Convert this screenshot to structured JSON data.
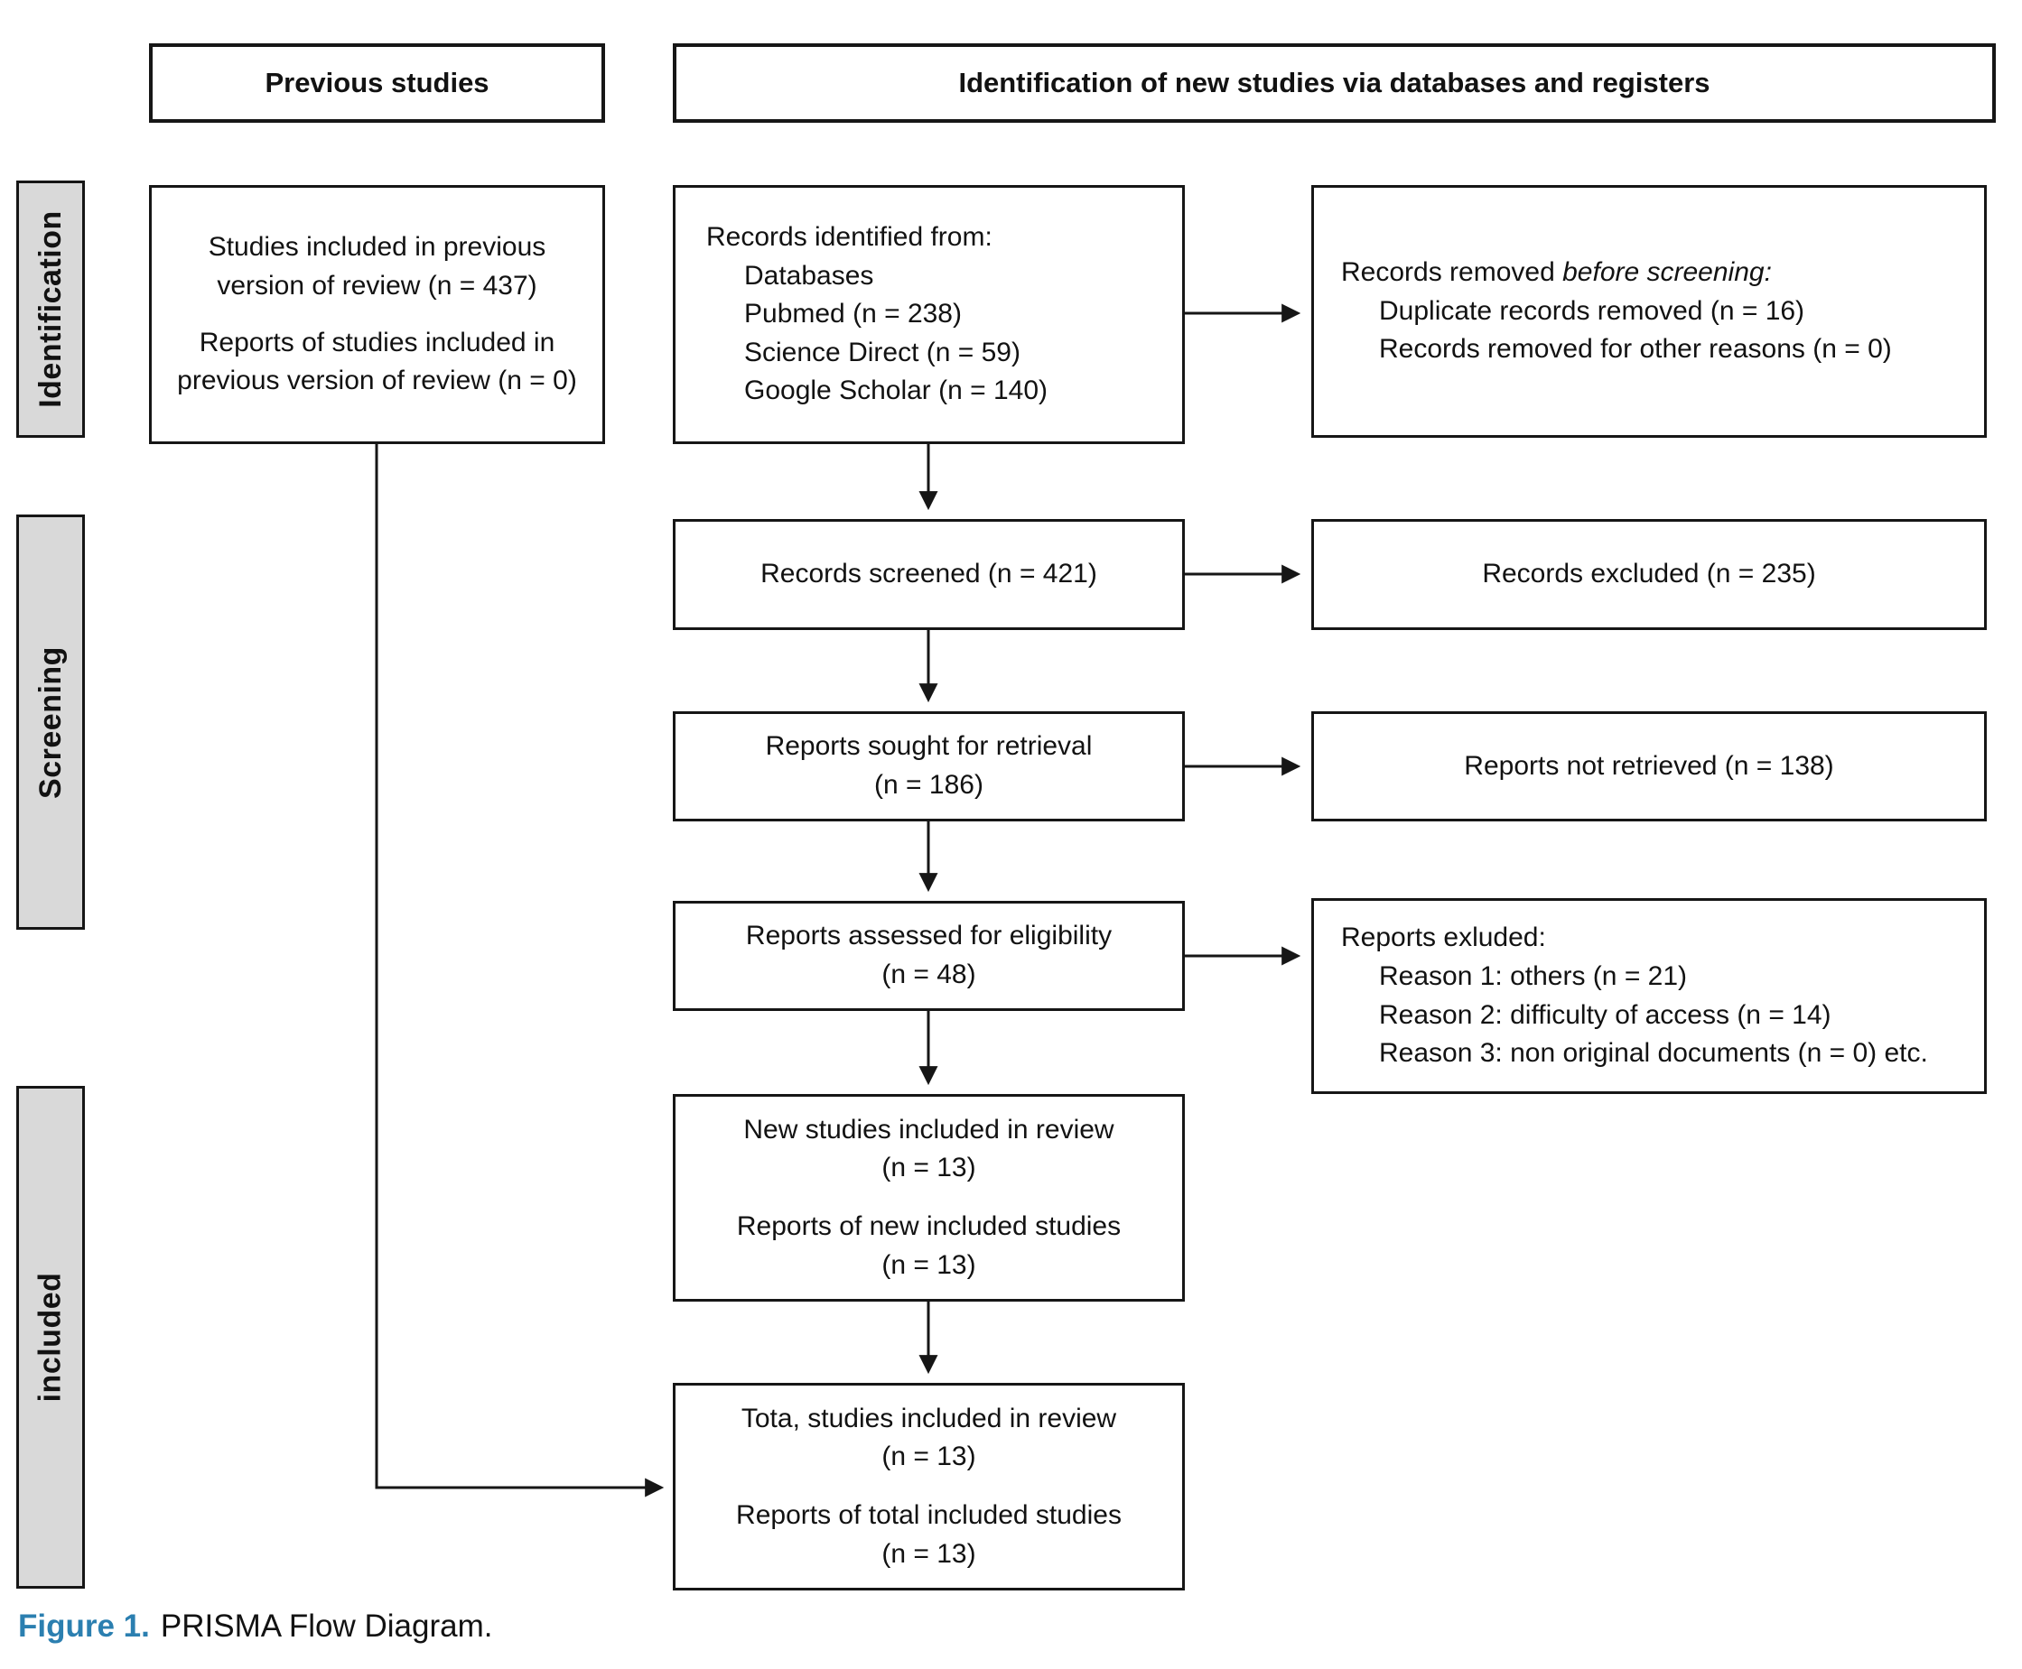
{
  "colors": {
    "caption_accent": "#2b7fb0",
    "sidebar_fill": "#d9d9d9",
    "line_color": "#161616"
  },
  "headers": {
    "previous_studies": "Previous studies",
    "identification_of_new": "Identification of new studies via databases and registers"
  },
  "sidebar": {
    "identification": "Identification",
    "screening": "Screening",
    "included": "included"
  },
  "boxes": {
    "previous_included": {
      "para1": "Studies included in previous version of review (n = 437)",
      "para2": "Reports of studies included in previous version of review (n = 0)"
    },
    "records_identified": {
      "title": "Records identified from:",
      "items": [
        "Databases",
        "Pubmed (n = 238)",
        "Science Direct (n = 59)",
        "Google Scholar (n = 140)"
      ]
    },
    "records_removed": {
      "title_regular": "Records removed ",
      "title_italic": "before screening:",
      "items": [
        "Duplicate records removed (n = 16)",
        "Records removed for other reasons (n = 0)"
      ]
    },
    "records_screened": {
      "text": "Records screened (n = 421)"
    },
    "records_excluded": {
      "text": "Records excluded (n = 235)"
    },
    "reports_sought": {
      "line1": "Reports sought for retrieval",
      "line2": "(n = 186)"
    },
    "reports_not_retrieved": {
      "text": "Reports not retrieved (n = 138)"
    },
    "reports_assessed": {
      "line1": "Reports assessed for eligibility",
      "line2": "(n = 48)"
    },
    "reports_excluded": {
      "title": "Reports exluded:",
      "items": [
        "Reason 1: others (n = 21)",
        "Reason 2: difficulty of access (n = 14)",
        "Reason 3: non original documents (n = 0) etc."
      ]
    },
    "new_studies": {
      "line1": "New studies included in review",
      "line2": "(n = 13)",
      "line3": "Reports of new included studies",
      "line4": "(n = 13)"
    },
    "total_studies": {
      "line1": "Tota, studies included in review",
      "line2": "(n = 13)",
      "line3": "Reports of total included studies",
      "line4": "(n = 13)"
    }
  },
  "caption": {
    "label": "Figure 1.",
    "text": "PRISMA Flow Diagram."
  }
}
